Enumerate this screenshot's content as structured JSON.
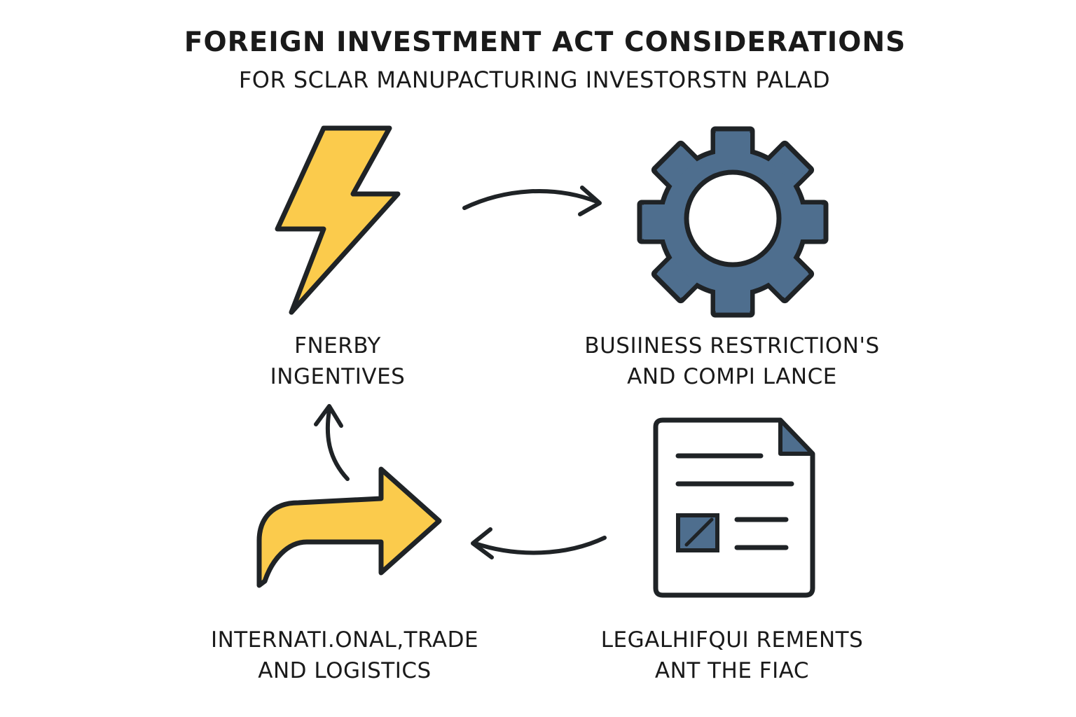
{
  "title": "FOREIGN INVESTMENT ACT CONSIDERATIONS",
  "subtitle": "FOR SCLAR MANUPACTURING INVESTORSTN PALAD",
  "nodes": {
    "energy": {
      "icon": "lightning-bolt-icon",
      "line1": "FNERBY",
      "line2": "INGENTIVES"
    },
    "business": {
      "icon": "gear-icon",
      "line1": "BUSIINESS RESTRICTION'S",
      "line2": "AND COMPI LANCE"
    },
    "legal": {
      "icon": "document-icon",
      "line1": "LEGALHIFQUI REMENTS",
      "line2": "ANT THE FIAC"
    },
    "trade": {
      "icon": "turn-right-arrow-icon",
      "line1": "INTERNATI.ONAL,TRADE",
      "line2": "AND LOGISTICS"
    }
  },
  "colors": {
    "yellow": "#FBCB4C",
    "slate_blue": "#4E6E8E",
    "outline": "#1f2326",
    "text": "#1a1a1a"
  }
}
